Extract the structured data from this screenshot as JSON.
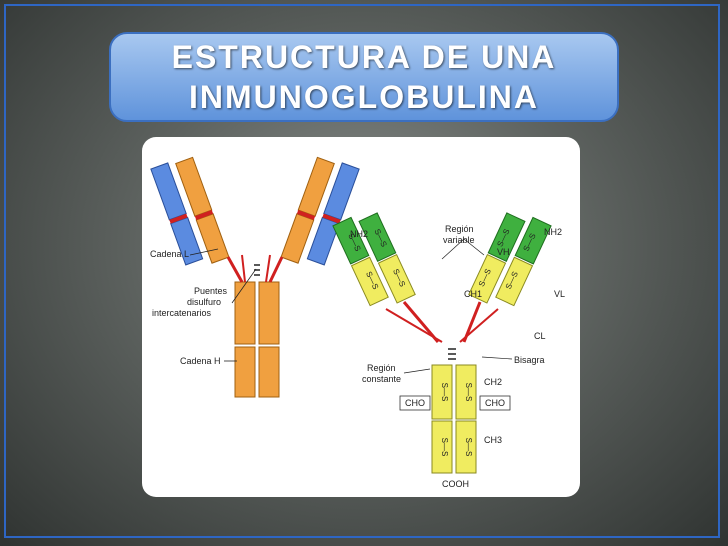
{
  "title": {
    "line1": "ESTRUCTURA DE UNA",
    "line2": "INMUNOGLOBULINA"
  },
  "colors": {
    "light_chain": "#5b8be0",
    "heavy_chain": "#f0a040",
    "variable_region": "#3fb03f",
    "constant_region": "#f0ec60",
    "bond": "#d02020",
    "title_box": "#6f9fe0"
  },
  "left_diagram": {
    "light_chain_label": "Cadena L",
    "disulfide_label_1": "Puentes",
    "disulfide_label_2": "disulfuro",
    "disulfide_label_3": "intercatenarios",
    "heavy_chain_label": "Cadena H"
  },
  "right_diagram": {
    "nh2_left": "NH2",
    "nh2_right": "NH2",
    "variable_region_1": "Región",
    "variable_region_2": "variable",
    "vh": "VH",
    "vl": "VL",
    "ch1": "CH1",
    "cl": "CL",
    "hinge": "Bisagra",
    "constant_region_1": "Región",
    "constant_region_2": "constante",
    "ch2": "CH2",
    "ch3": "CH3",
    "cho_left": "CHO",
    "cho_right": "CHO",
    "cooh": "COOH",
    "ss": "S—S"
  }
}
